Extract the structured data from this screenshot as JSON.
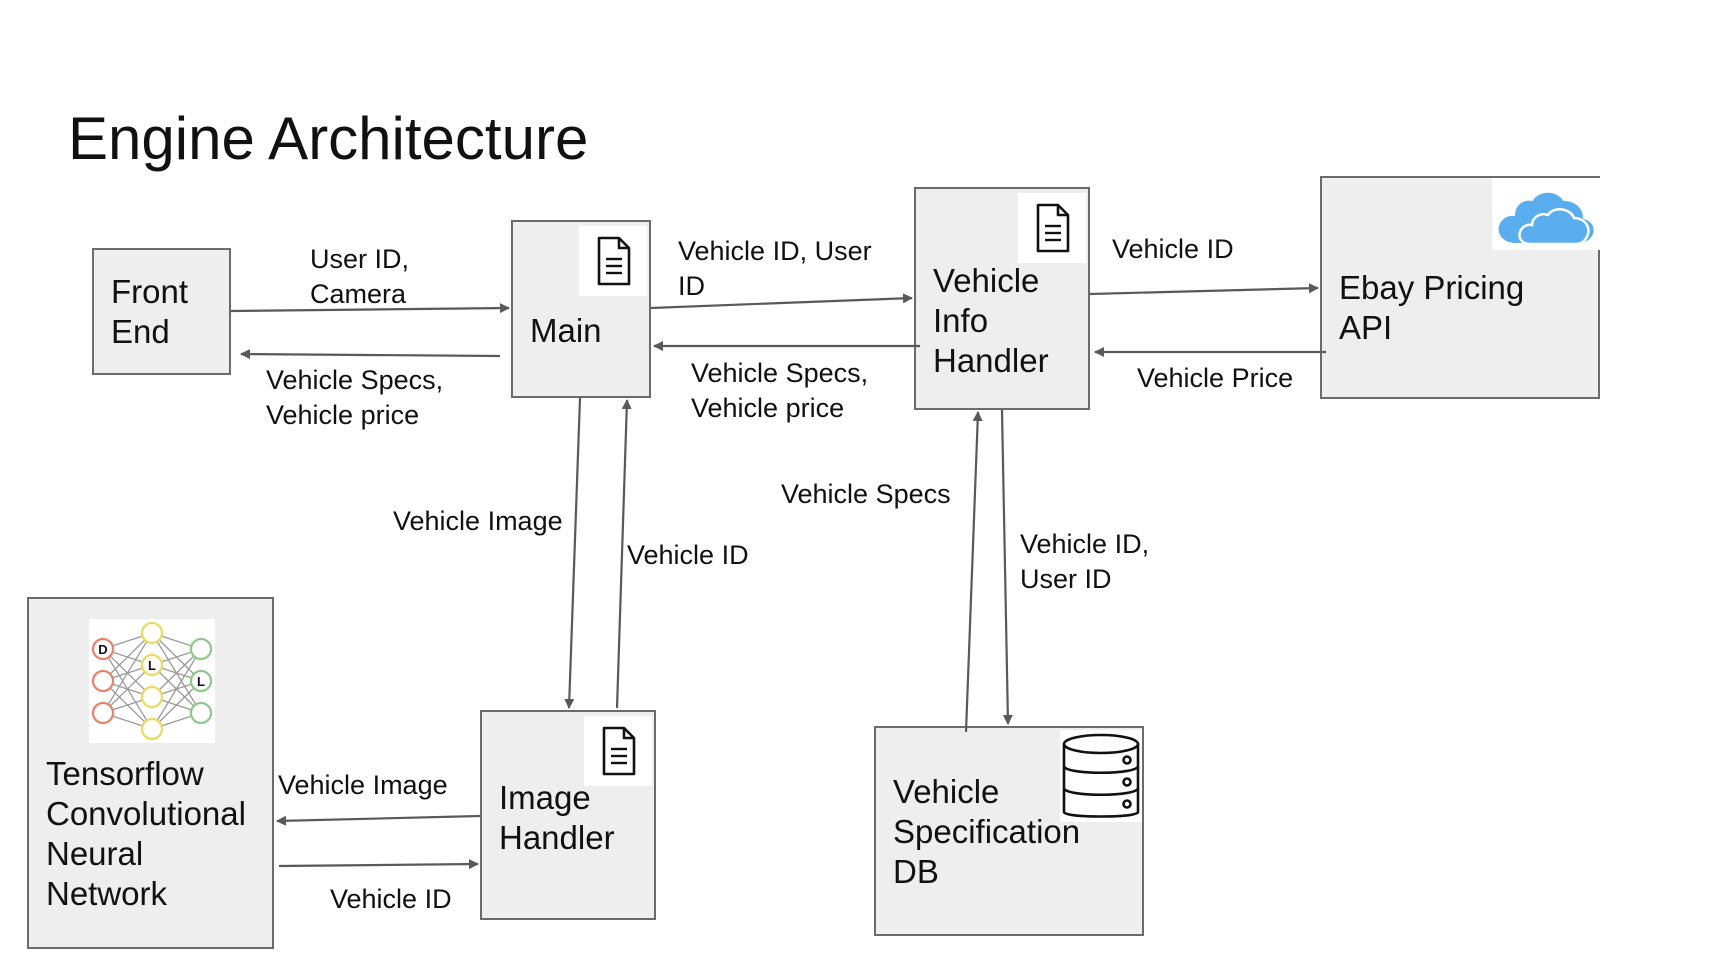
{
  "title": "Engine Architecture",
  "colors": {
    "box_fill": "#eeeeee",
    "box_border": "#6b6b6b",
    "arrow": "#595959",
    "cloud": "#5aaef0"
  },
  "nodes": {
    "front_end": {
      "label": "Front\nEnd"
    },
    "main": {
      "label": "Main",
      "icon": "document-icon"
    },
    "vehicle_info_handler": {
      "label": "Vehicle\nInfo\nHandler",
      "icon": "document-icon"
    },
    "ebay_pricing_api": {
      "label": "Ebay Pricing\nAPI",
      "icon": "cloud-icon"
    },
    "tensorflow_cnn": {
      "label": "Tensorflow\nConvolutional\nNeural\nNetwork",
      "icon": "neural-network-icon",
      "icon_letters": [
        "D",
        "L",
        "L"
      ]
    },
    "image_handler": {
      "label": "Image\nHandler",
      "icon": "document-icon"
    },
    "vehicle_spec_db": {
      "label": "Vehicle\nSpecification\nDB",
      "icon": "database-icon"
    }
  },
  "edges": {
    "front_to_main": "User ID,\nCamera",
    "main_to_front": "Vehicle Specs,\nVehicle price",
    "main_to_vih": "Vehicle ID, User\nID",
    "vih_to_main": "Vehicle Specs,\nVehicle price",
    "vih_to_ebay": "Vehicle ID",
    "ebay_to_vih": "Vehicle Price",
    "main_to_image": "Vehicle Image",
    "image_to_main": "Vehicle ID",
    "db_to_vih": "Vehicle Specs",
    "vih_to_db": "Vehicle ID,\nUser ID",
    "image_to_tf": "Vehicle Image",
    "tf_to_image": "Vehicle ID"
  }
}
